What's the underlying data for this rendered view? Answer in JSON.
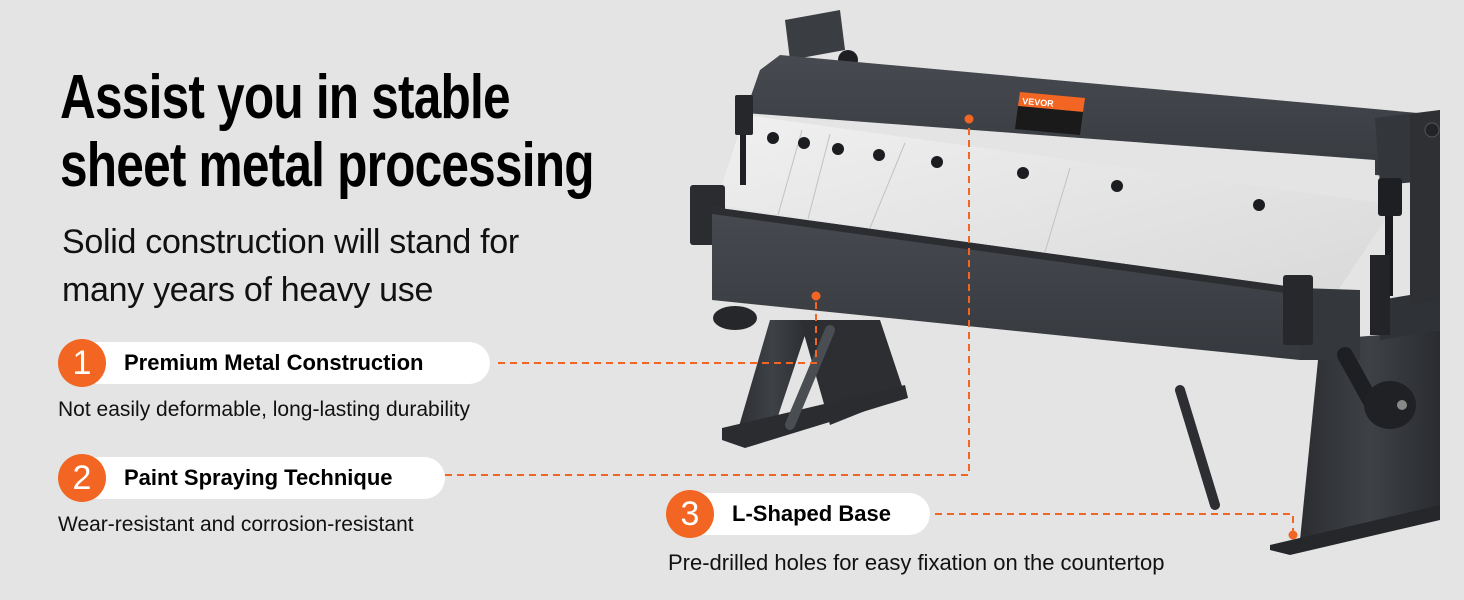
{
  "headline": {
    "line1": "Assist you in stable",
    "line2": "sheet metal processing"
  },
  "subheadline": {
    "line1": "Solid construction will stand for",
    "line2": "many years of heavy use"
  },
  "features": [
    {
      "number": "1",
      "title": "Premium Metal Construction",
      "description": "Not easily deformable, long-lasting durability"
    },
    {
      "number": "2",
      "title": "Paint Spraying Technique",
      "description": "Wear-resistant and corrosion-resistant"
    },
    {
      "number": "3",
      "title": "L-Shaped Base",
      "description": "Pre-drilled holes for easy fixation on the countertop"
    }
  ],
  "product": {
    "name": "sheet-metal-brake",
    "label_brand": "VEVOR"
  },
  "colors": {
    "background": "#e4e4e4",
    "accent": "#f26522",
    "metal_dark": "#3a3d42",
    "metal_light": "#e8e8e8"
  }
}
